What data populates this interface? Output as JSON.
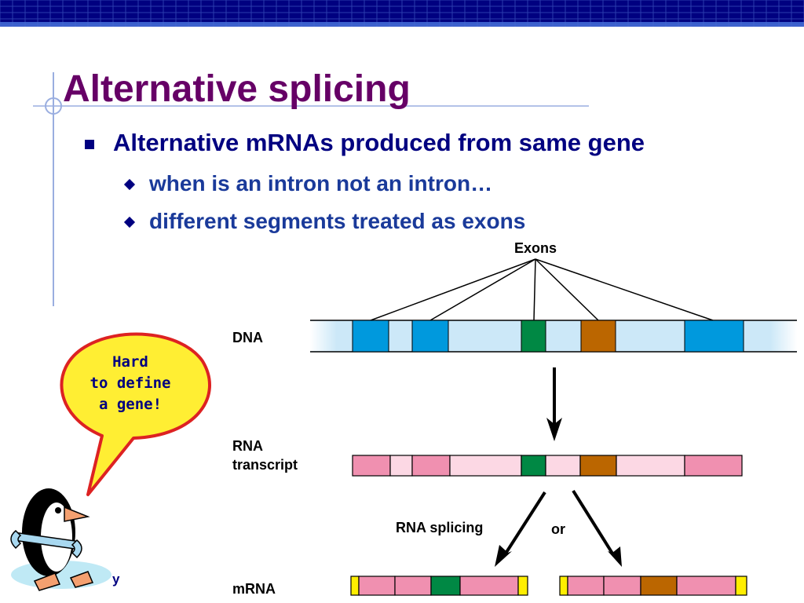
{
  "slide": {
    "title": "Alternative splicing",
    "bullet_main": "Alternative mRNAs produced from same gene",
    "sub_bullets": [
      "when is an intron not an intron…",
      "different segments treated as exons"
    ]
  },
  "diagram": {
    "exons_label": "Exons",
    "dna_label": "DNA",
    "rna_label_line1": "RNA",
    "rna_label_line2": "transcript",
    "splicing_label": "RNA splicing",
    "or_label": "or",
    "mrna_label": "mRNA",
    "corner_letter": "y"
  },
  "bubble": {
    "line1": "Hard",
    "line2": "to define",
    "line3": "a gene!"
  },
  "colors": {
    "header": "#000080",
    "title": "#660066",
    "bullet": "#000080",
    "dna_intron": "#cce8f8",
    "dna_exon": "#0099dd",
    "exon_green": "#008844",
    "exon_brown": "#bb6600",
    "rna_intron": "#fcd8e4",
    "rna_exon": "#f090b0",
    "cap_yellow": "#ffee00",
    "bubble_fill": "#ffee33",
    "bubble_stroke": "#dd2222"
  }
}
